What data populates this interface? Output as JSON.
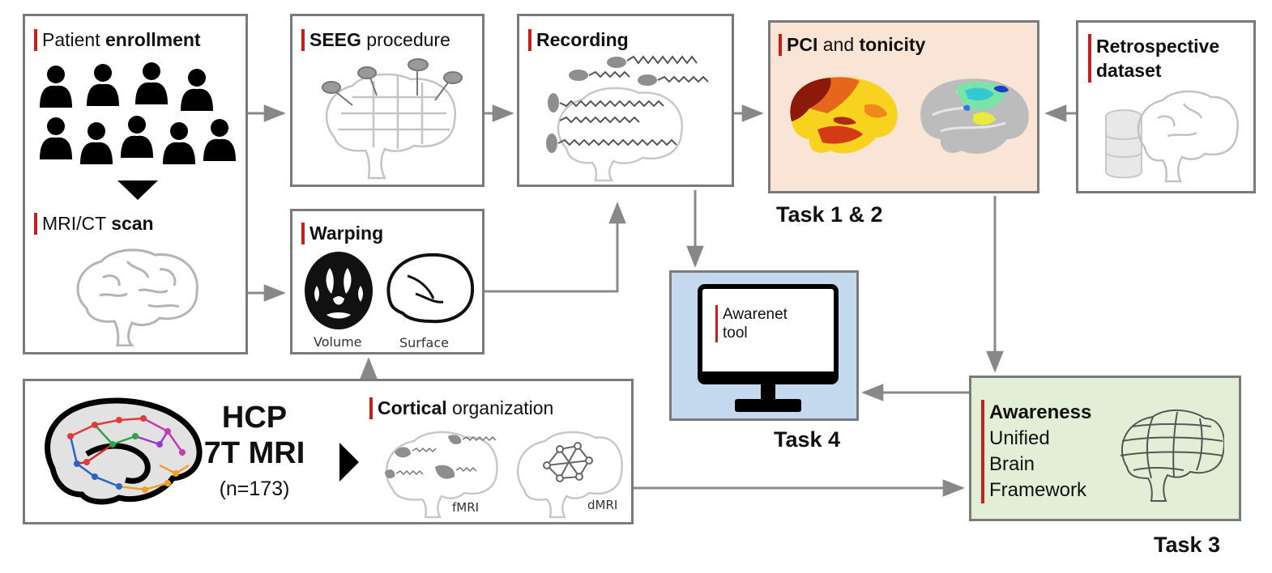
{
  "patient": {
    "title_plain": "Patient ",
    "title_bold": "enrollment"
  },
  "scan": {
    "title_plain": "MRI/CT ",
    "title_bold": "scan"
  },
  "seeg": {
    "title_bold": "SEEG",
    "title_plain": " procedure"
  },
  "recording": {
    "title_bold": "Recording"
  },
  "pci": {
    "title_bold1": "PCI",
    "title_plain": " and ",
    "title_bold2": "tonicity"
  },
  "retro": {
    "line1": "Retrospective",
    "line2": "dataset"
  },
  "warping": {
    "title_bold": "Warping",
    "cap_volume": "Volume",
    "cap_surface": "Surface"
  },
  "awarenet": {
    "line1": "Awarenet",
    "line2": "tool"
  },
  "hcp": {
    "line1": "HCP",
    "line2": "7T MRI",
    "n": "(n=173)",
    "cortical_bold": "Cortical",
    "cortical_plain": " organization",
    "cap_fmri": "fMRI",
    "cap_dmri": "dMRI"
  },
  "awareness": {
    "title_bold": "Awareness",
    "line2": "Unified",
    "line3": "Brain",
    "line4": "Framework"
  },
  "tasks": {
    "t12": "Task 1 & 2",
    "t4": "Task 4",
    "t3": "Task 3"
  },
  "colors": {
    "accent": "#c81e1e",
    "border": "#7a7a7a",
    "pci_bg": "#fae4d6",
    "awarenet_bg": "#c4d9ee",
    "awareness_bg": "#e3eed7"
  }
}
